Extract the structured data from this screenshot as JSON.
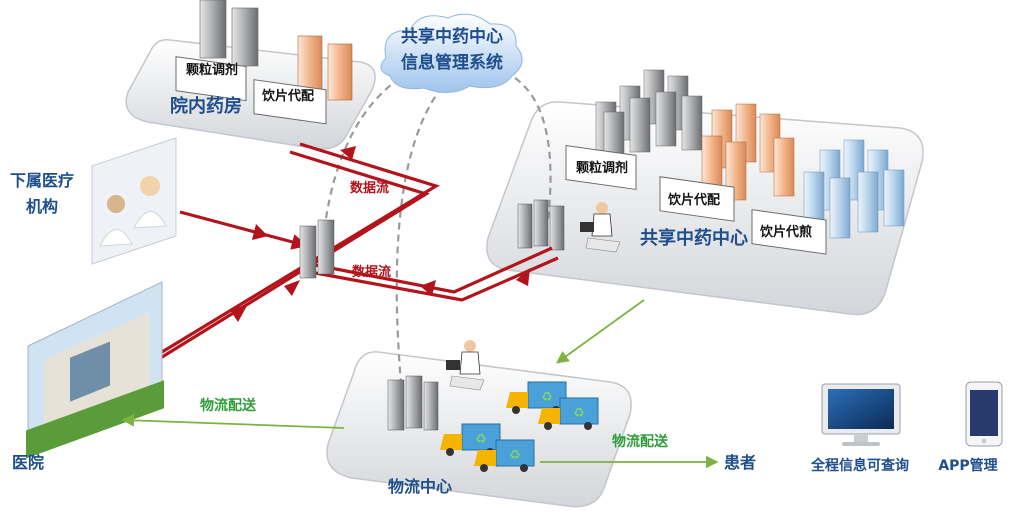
{
  "cloud": {
    "line1": "共享中药中心",
    "line2": "信息管理系统"
  },
  "hospital_pharmacy": {
    "label": "院内药房",
    "tag_granule": "颗粒调剂",
    "tag_slices": "饮片代配"
  },
  "shared_center": {
    "label": "共享中药中心",
    "tag_granule": "颗粒调剂",
    "tag_slices": "饮片代配",
    "tag_decoct": "饮片代煎"
  },
  "sub_institution": {
    "line1": "下属医疗",
    "line2": "机构"
  },
  "hospital": {
    "label": "医院"
  },
  "logistics_center": {
    "label": "物流中心"
  },
  "patient": {
    "label": "患者"
  },
  "flows": {
    "data_flow_1": "数据流",
    "data_flow_2": "数据流",
    "delivery_1": "物流配送",
    "delivery_2": "物流配送"
  },
  "devices": {
    "monitor_label": "全程信息可查询",
    "app_label": "APP管理"
  },
  "colors": {
    "data_flow": "#b3141c",
    "delivery": "#7cb342",
    "label_blue": "#1f4e8c",
    "label_green": "#2e9d3a"
  }
}
